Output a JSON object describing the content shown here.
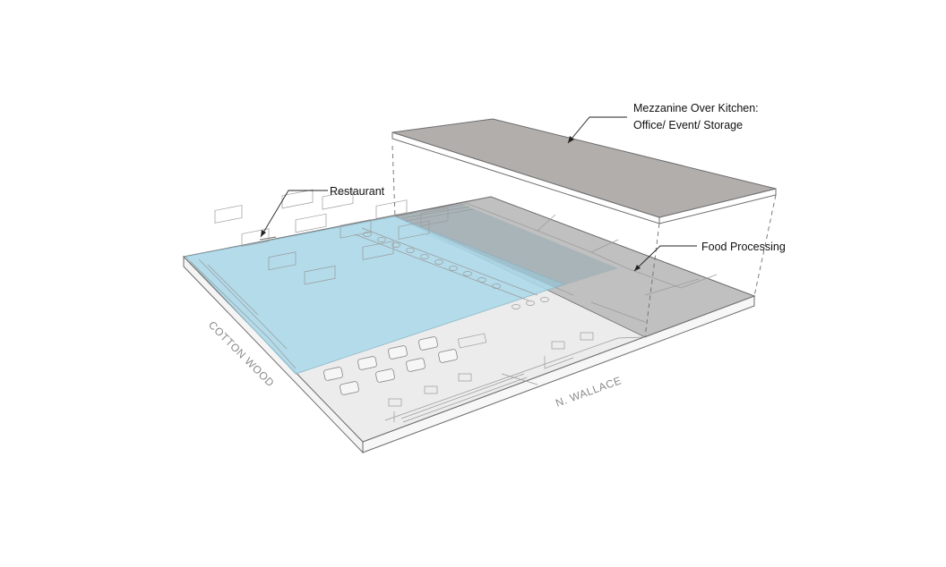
{
  "labels": {
    "mezzanine_line1": "Mezzanine Over Kitchen:",
    "mezzanine_line2": "Office/ Event/ Storage",
    "restaurant": "Restaurant",
    "food_processing": "Food Processing"
  },
  "streets": {
    "west": "COTTON WOOD",
    "south": "N. WALLACE"
  },
  "colors": {
    "restaurant_zone": "#a9d8ea",
    "food_processing_zone": "#9c9c9c",
    "mezzanine_top": "#b1aeac",
    "slab": "#ececec"
  }
}
